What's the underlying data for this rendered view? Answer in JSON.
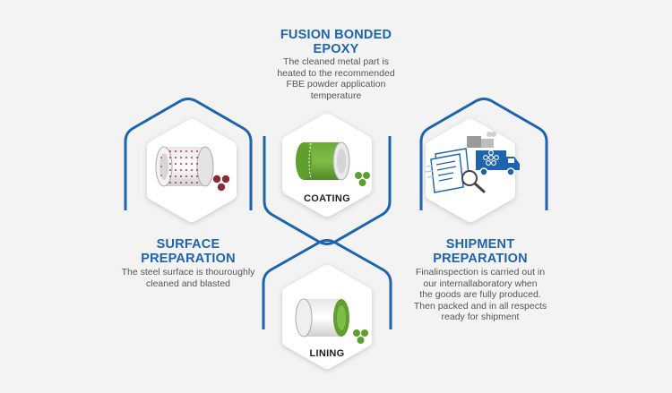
{
  "center": {
    "title_line1": "FUSION BONDED",
    "title_line2": "EPOXY",
    "desc": [
      "The cleaned metal part is",
      "heated to the recommended",
      "FBE powder application",
      "temperature"
    ]
  },
  "left": {
    "title_line1": "SURFACE",
    "title_line2": "PREPARATION",
    "desc": [
      "The steel surface is thouroughly",
      "cleaned and blasted"
    ]
  },
  "right": {
    "title_line1": "SHIPMENT",
    "title_line2": "PREPARATION",
    "desc": [
      "Finalinspection is carried out in",
      "our internallaboratory when",
      "the goods are fully produced.",
      "Then packed and in all respects",
      "ready for shipment"
    ]
  },
  "hex_labels": {
    "coating": "COATING",
    "lining": "LINING"
  },
  "colors": {
    "accent_blue": "#1d63b0",
    "green": "#5f9e2f",
    "maroon": "#8a2a35",
    "hex_fill": "#ffffff"
  }
}
